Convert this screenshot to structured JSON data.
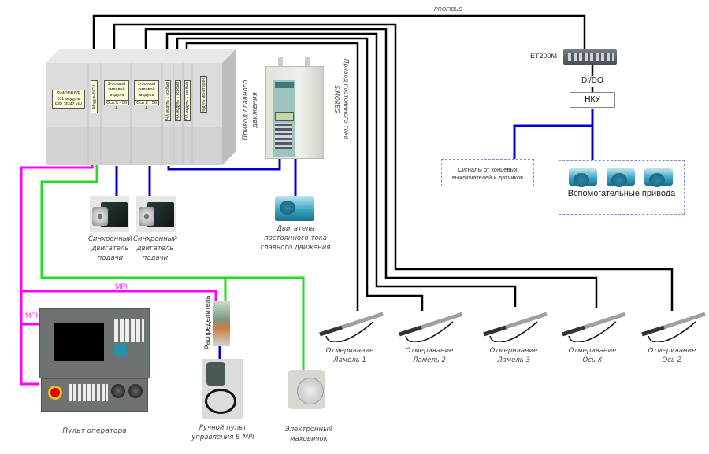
{
  "diagram": {
    "title": "",
    "bus_labels": {
      "profibus": "PROFIBUS",
      "mpi_top": "MPI",
      "mpi_left": "MPI",
      "didio": "DI/DO"
    },
    "colors": {
      "profibus": "#000000",
      "drive_bus": "#0000cc",
      "mpi": "#ff00ff",
      "handwheel": "#22dd22",
      "rack": "#d9d9d9",
      "label_bg": "#fffbd8"
    },
    "rack": {
      "name": "SIMODRIVE 611",
      "modules": [
        {
          "id": "er",
          "text": "SIMODRIVE 611 модуль E/R 36/47 kW"
        },
        {
          "id": "ncu",
          "text": "Модуль NCU"
        },
        {
          "id": "axis-x",
          "text": "1-осевой силовой модуль",
          "sub": "Ось X - 56 A"
        },
        {
          "id": "axis-z",
          "text": "1-осевой силовой модуль",
          "sub": "Ось Z - 56 A"
        },
        {
          "id": "ch1",
          "text": "ЧА модуль 1 особый"
        },
        {
          "id": "ch2",
          "text": "ЧА модуль 1 особый"
        },
        {
          "id": "ch3",
          "text": "ЧА модуль 1 особый"
        },
        {
          "id": "mon",
          "text": "Модуль мониторинга"
        }
      ]
    },
    "simoreg": {
      "label_left": "Привод главного движения",
      "label_right": "Привод постоянного тока SIMOREG"
    },
    "et200": {
      "label": "ET200M",
      "nku": "НКУ"
    },
    "signals_box": {
      "text": "Сигналы от концевых выключателей и датчиков"
    },
    "aux_drives": {
      "text": "Вспомогательные привода"
    },
    "components": [
      {
        "id": "servo1",
        "caption": "Синхронный двигатель подачи"
      },
      {
        "id": "servo2",
        "caption": "Синхронный двигатель подачи"
      },
      {
        "id": "dc-motor",
        "caption": "Двигатель постоянного тока главного движения"
      },
      {
        "id": "operator-panel",
        "caption": "Пульт оператора"
      },
      {
        "id": "distributor",
        "caption": "Распределитель"
      },
      {
        "id": "hht",
        "caption": "Ручной пульт управления B-MPI"
      },
      {
        "id": "handwheel",
        "caption": "Электронный маховичок"
      }
    ],
    "scales": [
      {
        "caption_1": "Отмеривание",
        "caption_2": "Ламель 1"
      },
      {
        "caption_1": "Отмеривание",
        "caption_2": "Ламель 2"
      },
      {
        "caption_1": "Отмеривание",
        "caption_2": "Ламель 3"
      },
      {
        "caption_1": "Отмеривание",
        "caption_2": "Ось X"
      },
      {
        "caption_1": "Отмеривание",
        "caption_2": "Ось Z"
      }
    ]
  }
}
